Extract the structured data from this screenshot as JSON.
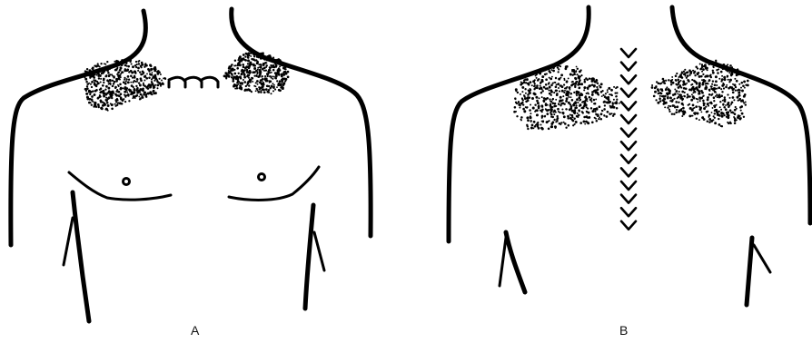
{
  "figure": {
    "panels": [
      {
        "id": "A",
        "label": "A",
        "view": "anterior"
      },
      {
        "id": "B",
        "label": "B",
        "view": "posterior"
      }
    ],
    "colors": {
      "line": "#000000",
      "background": "#ffffff"
    }
  }
}
